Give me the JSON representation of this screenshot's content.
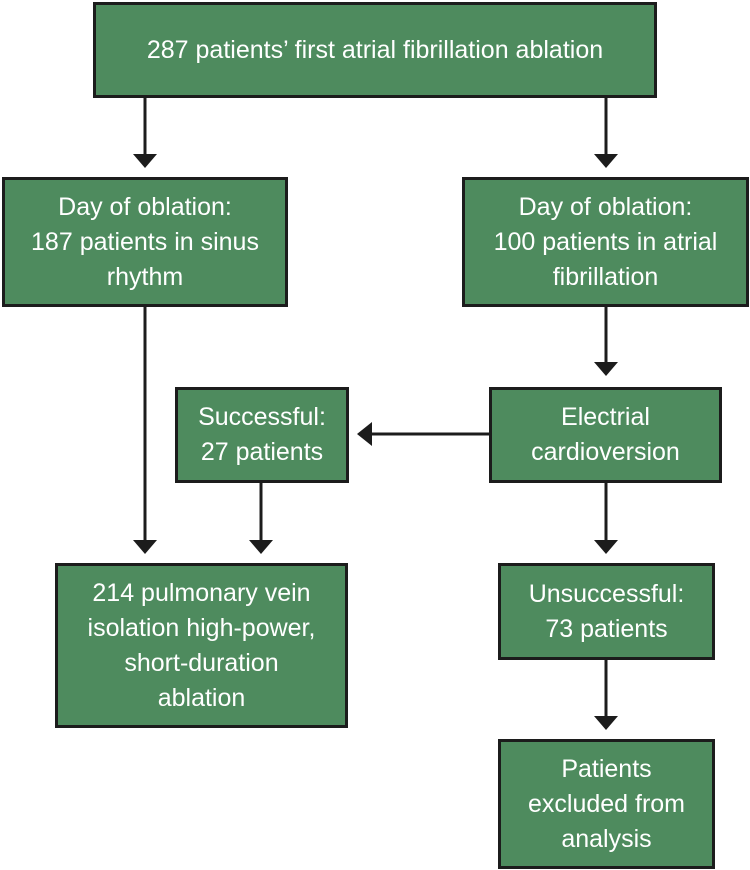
{
  "colors": {
    "box_fill": "#4e8b5e",
    "box_border": "#1c1c1c",
    "box_text": "#ffffff",
    "connector": "#1c1c1c"
  },
  "nodes": {
    "start": "287 patients’ first atrial fibrillation ablation",
    "sinus": "Day of oblation:\n187 patients in sinus\nrhythm",
    "af": "Day of oblation:\n100 patients in atrial\nfibrillation",
    "successful": "Successful:\n27 patients",
    "cardioversion": "Electrial\ncardioversion",
    "pvi": "214 pulmonary vein\nisolation high-power,\nshort-duration\nablation",
    "unsuccessful": "Unsuccessful:\n73 patients",
    "excluded": "Patients\nexcluded from\nanalysis"
  }
}
